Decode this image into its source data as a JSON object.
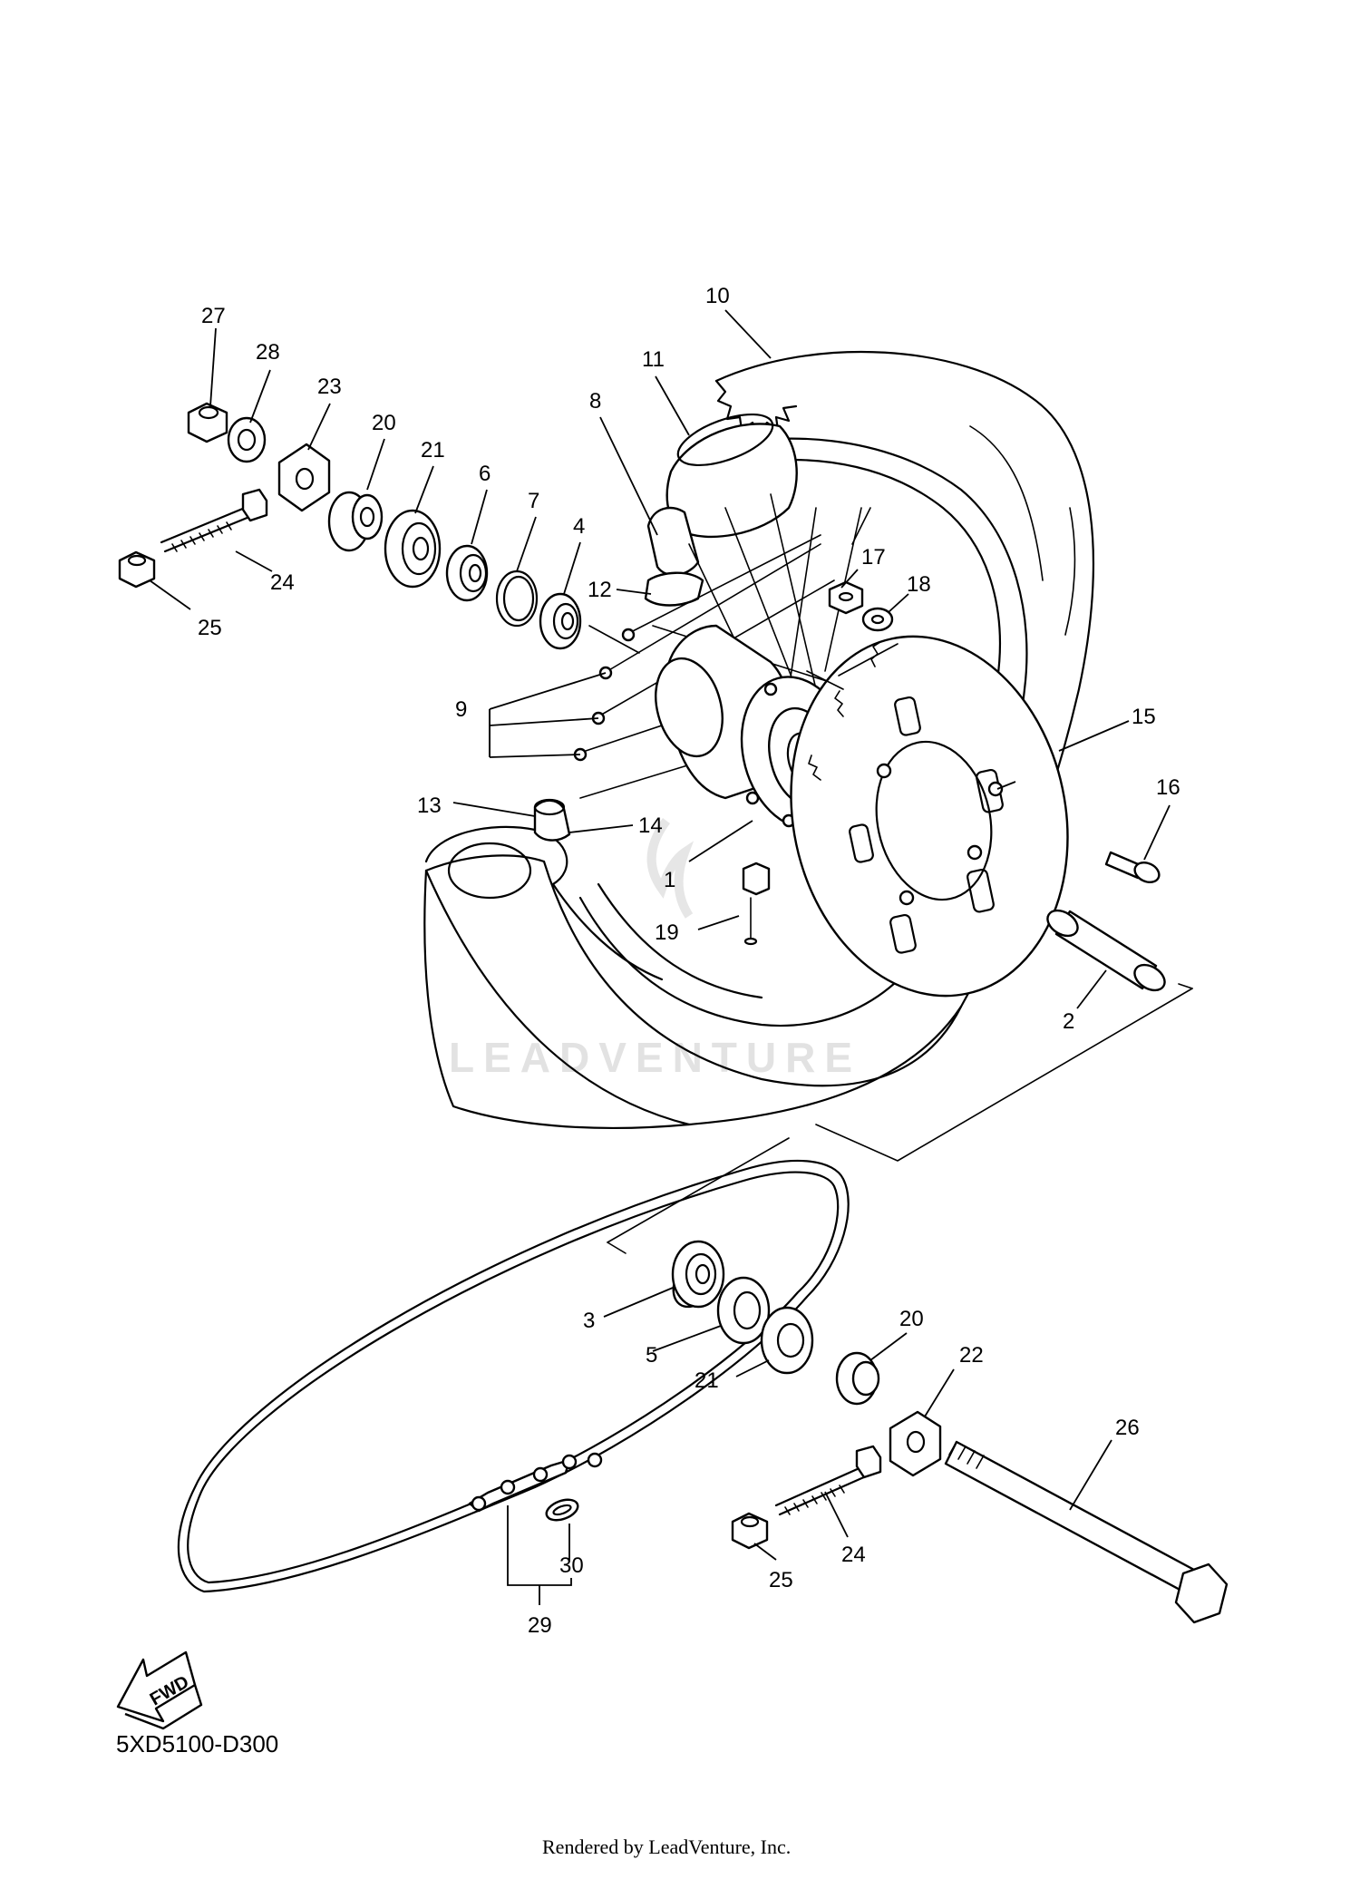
{
  "callouts": [
    {
      "id": "c27",
      "text": "27"
    },
    {
      "id": "c28",
      "text": "28"
    },
    {
      "id": "c23",
      "text": "23"
    },
    {
      "id": "c20a",
      "text": "20"
    },
    {
      "id": "c21a",
      "text": "21"
    },
    {
      "id": "c6",
      "text": "6"
    },
    {
      "id": "c7",
      "text": "7"
    },
    {
      "id": "c4",
      "text": "4"
    },
    {
      "id": "c8",
      "text": "8"
    },
    {
      "id": "c11",
      "text": "11"
    },
    {
      "id": "c10",
      "text": "10"
    },
    {
      "id": "c12",
      "text": "12"
    },
    {
      "id": "c17",
      "text": "17"
    },
    {
      "id": "c18",
      "text": "18"
    },
    {
      "id": "c24a",
      "text": "24"
    },
    {
      "id": "c25a",
      "text": "25"
    },
    {
      "id": "c9",
      "text": "9"
    },
    {
      "id": "c15",
      "text": "15"
    },
    {
      "id": "c16",
      "text": "16"
    },
    {
      "id": "c13",
      "text": "13"
    },
    {
      "id": "c14",
      "text": "14"
    },
    {
      "id": "c1",
      "text": "1"
    },
    {
      "id": "c19",
      "text": "19"
    },
    {
      "id": "c2",
      "text": "2"
    },
    {
      "id": "c3",
      "text": "3"
    },
    {
      "id": "c5",
      "text": "5"
    },
    {
      "id": "c21b",
      "text": "21"
    },
    {
      "id": "c20b",
      "text": "20"
    },
    {
      "id": "c22",
      "text": "22"
    },
    {
      "id": "c26",
      "text": "26"
    },
    {
      "id": "c24b",
      "text": "24"
    },
    {
      "id": "c25b",
      "text": "25"
    },
    {
      "id": "c30",
      "text": "30"
    },
    {
      "id": "c29",
      "text": "29"
    }
  ],
  "fwd_label": "FWD",
  "diagram_code": "5XD5100-D300",
  "watermark": "LEADVENTURE",
  "rendered_by": "Rendered by LeadVenture, Inc."
}
